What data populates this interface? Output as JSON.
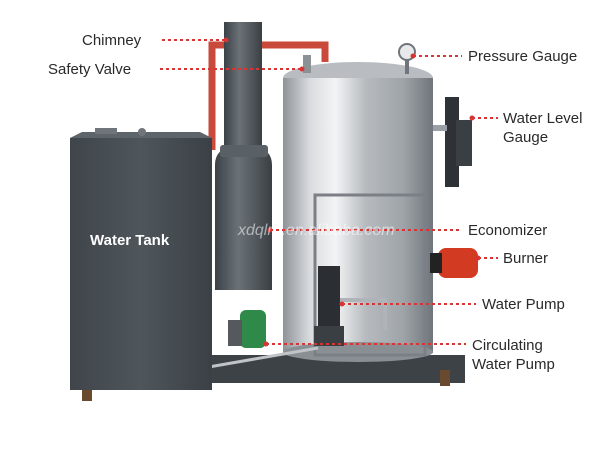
{
  "labels": {
    "chimney": "Chimney",
    "safety_valve": "Safety Valve",
    "pressure_gauge": "Pressure Gauge",
    "water_level_gauge_line1": "Water Level",
    "water_level_gauge_line2": "Gauge",
    "economizer": "Economizer",
    "burner": "Burner",
    "water_pump": "Water Pump",
    "circulating_pump_line1": "Circulating",
    "circulating_pump_line2": "Water Pump",
    "water_tank": "Water Tank"
  },
  "watermark": "xdqlrq.en.alibaba.com",
  "colors": {
    "leader_line": "#d93434",
    "label_text": "#2a2a2a",
    "tank_body": "#4a5055",
    "chimney_body": "#555b60",
    "boiler_steel": "#c9ccd0",
    "pipe_red": "#c94a3a",
    "burner_red": "#d23a22",
    "pump_green": "#2f8a4a"
  }
}
